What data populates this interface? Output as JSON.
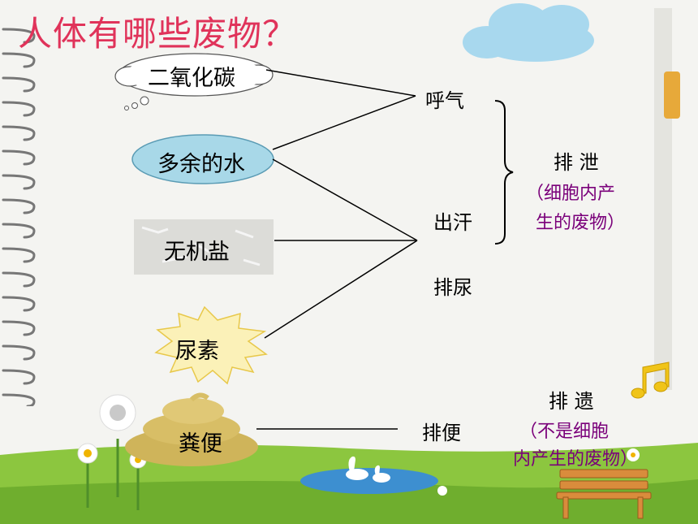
{
  "title": "人体有哪些废物？",
  "waste_items": [
    {
      "label": "二氧化碳"
    },
    {
      "label": "多余的水"
    },
    {
      "label": "无机盐"
    },
    {
      "label": "尿素"
    },
    {
      "label": "粪便"
    }
  ],
  "processes": [
    "呼气",
    "出汗",
    "排尿",
    "排便"
  ],
  "excretion": {
    "heading": "排 泄",
    "note_line1": "（细胞内产",
    "note_line2": "生的废物）"
  },
  "egestion": {
    "heading": "排 遗",
    "note_line1": "（不是细胞",
    "note_line2": "内产生的废物）"
  },
  "colors": {
    "title": "#e0335a",
    "note": "#7a007a",
    "grass": "#8cc63f",
    "sky_cloud": "#a8d8ee"
  }
}
